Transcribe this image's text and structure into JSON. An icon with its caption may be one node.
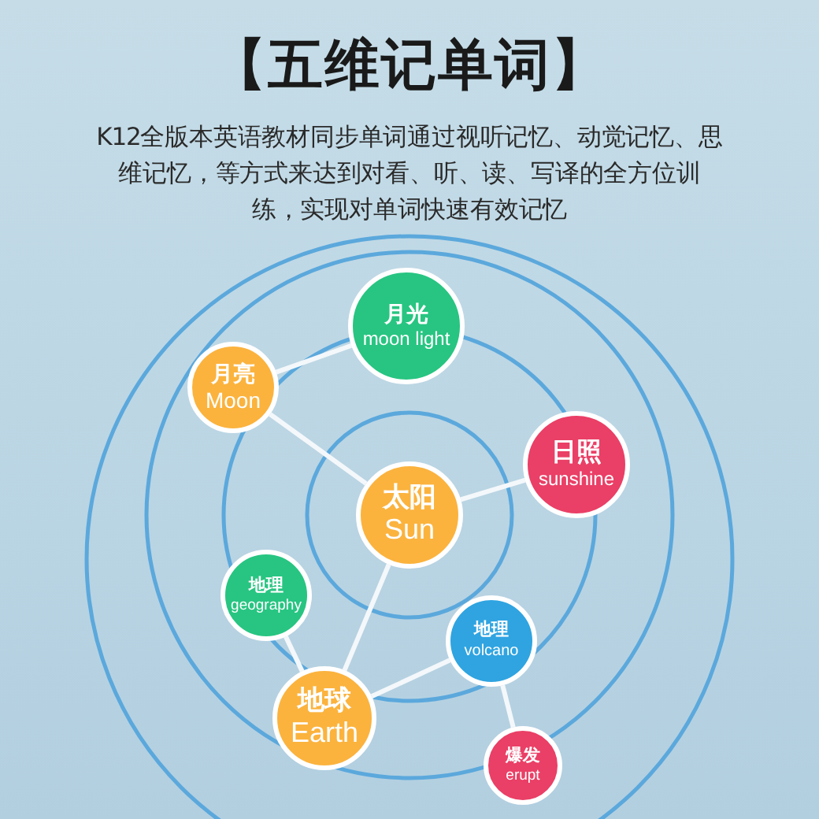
{
  "diagram": {
    "title": "【五维记单词】",
    "caption": "K12全版本英语教材同步单词通过视听记忆、动觉记忆、思维记忆，等方式来达到对看、听、读、写译的全方位训练，实现对单词快速有效记忆",
    "nodes": [
      {
        "text": [
          "月光",
          "moon light"
        ]
      },
      {
        "text": [
          "月亮",
          "Moon"
        ]
      },
      {
        "text": [
          "日照",
          "sunshine"
        ]
      },
      {
        "text": [
          "太阳",
          "Sun"
        ]
      },
      {
        "text": [
          "地理",
          "geography"
        ]
      },
      {
        "text": [
          "地理",
          "volcano"
        ]
      },
      {
        "text": [
          "地球",
          "Earth"
        ]
      },
      {
        "text": [
          "爆发",
          "erupt"
        ]
      }
    ],
    "edges": [
      {
        "from": 1,
        "to": 0,
        "arrow": "none"
      },
      {
        "from": 1,
        "to": 3,
        "arrow": "none"
      },
      {
        "from": 3,
        "to": 2,
        "arrow": "none"
      },
      {
        "from": 3,
        "to": 6,
        "arrow": "none"
      },
      {
        "from": 4,
        "to": 6,
        "arrow": "none"
      },
      {
        "from": 5,
        "to": 6,
        "arrow": "none"
      },
      {
        "from": 5,
        "to": 7,
        "arrow": "none"
      }
    ]
  }
}
